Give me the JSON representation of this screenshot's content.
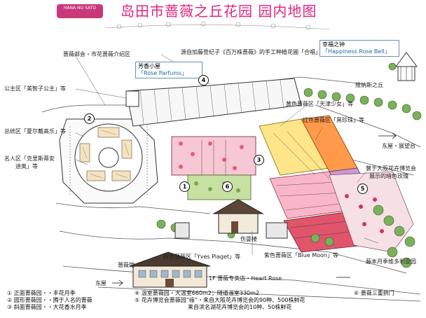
{
  "title": "岛田市蔷薇之丘花园 园内地图",
  "logo": {
    "text": "HANA NO SATO"
  },
  "boxes": {
    "rose_parfums": {
      "zh": "芳香小屋",
      "en": "「Rose Parfums」"
    },
    "happiness_bell": {
      "zh": "幸福之钟",
      "en": "「Happiness Rose Bell」"
    }
  },
  "labels": {
    "l1": "蔷薇邮会・市花蔷薇介绍区",
    "l2": "源自加藤登纪子《百万株蔷薇》的手工种植花圃「合唱」",
    "l3": "维纳斯之丘",
    "l4": "公主区「美智子公主」等",
    "l5": "黄色蔷薇区「天津少女」等",
    "l6": "红色蔷薇区「黑珍珠」等",
    "l7": "总统区「夏尔戴高乐」等",
    "l8": "名人区「克里斯蒂安",
    "l9": "迪奥」等",
    "l10": "东屋・展望台",
    "l11": "曾于大阪花卉博览会",
    "l12": "展示的暗色玫瑰",
    "l13": "粉色蔷薇区「Yves Piaget」等",
    "l14": "伤婴楼",
    "l15": "紫色蔷薇区「Blue Moon」等",
    "l16": "藤本月季维多利亚园",
    "l17": "蔷薇馆",
    "l18": "东屋",
    "l19": "1F 蔷薇专卖店・Heart Rose"
  },
  "markers": [
    "1",
    "2",
    "3",
    "4",
    "5",
    "6"
  ],
  "legend": {
    "c1": [
      "① 正面蔷薇园・・丰花月季",
      "② 圆形蔷薇园・・腾于人名的蔷薇",
      "③ 斜面蔷薇园・・大花香水月季"
    ],
    "c2": [
      "④ 温室蔷薇园・大温室660m2；隧道温室330m2",
      "⑤ 花卉博览会蔷薇园“缘”・来自大阪花卉博览会的90种、500株鲜花",
      "来自滨名湖花卉博览会的10种、50株鲜花"
    ],
    "c3": [
      "⑥ 蔷薇三重拱门"
    ]
  }
}
